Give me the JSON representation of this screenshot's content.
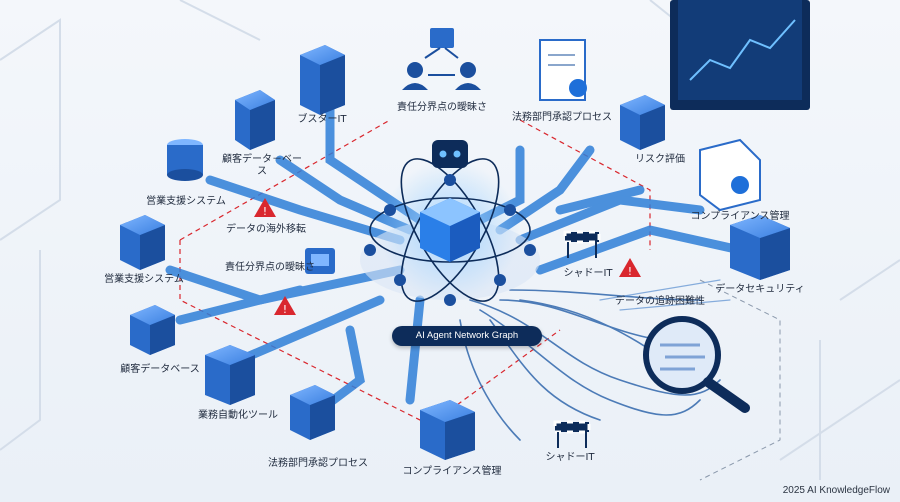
{
  "core": {
    "label": "AI Agent Network Graph"
  },
  "nodes": {
    "shadow_it_top": "ブスターIT",
    "ambiguity_top": "責任分界点の曖昧さ",
    "legal_top": "法務部門承認プロセス",
    "customer_db_top": "顧客データ－ベース",
    "risk": "リスク評価",
    "sales_top": "営業支援システム",
    "compliance_right": "コンプライアンス管理",
    "data_transfer": "データの海外移転",
    "sales_left": "営業支援システム",
    "ambiguity_center": "責任分界点の曖昧さ",
    "shadow_it_mid": "シャドーIT",
    "security": "データセキュリティ",
    "traceability": "データの追跡困難性",
    "customer_db_left": "顧客データベース",
    "automation": "業務自動化ツール",
    "legal_bottom": "法務部門承認プロセス",
    "compliance_bottom": "コンプライアンス管理",
    "shadow_it_bottom": "シャドーIT"
  },
  "footer": {
    "copyright": "2025 AI KnowledgeFlow"
  },
  "colors": {
    "accent": "#1e6fd9",
    "dark": "#0d2c5a",
    "alert": "#d9272e",
    "path": "#2f7fd8"
  }
}
